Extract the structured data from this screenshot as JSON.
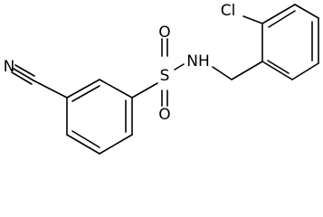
{
  "molecule": {
    "atoms": {
      "nitrile_n": "N",
      "sulfonyl_s": "S",
      "oxygen_top": "O",
      "oxygen_bottom": "O",
      "amine_nh": "NH",
      "chlorine": "Cl"
    }
  }
}
